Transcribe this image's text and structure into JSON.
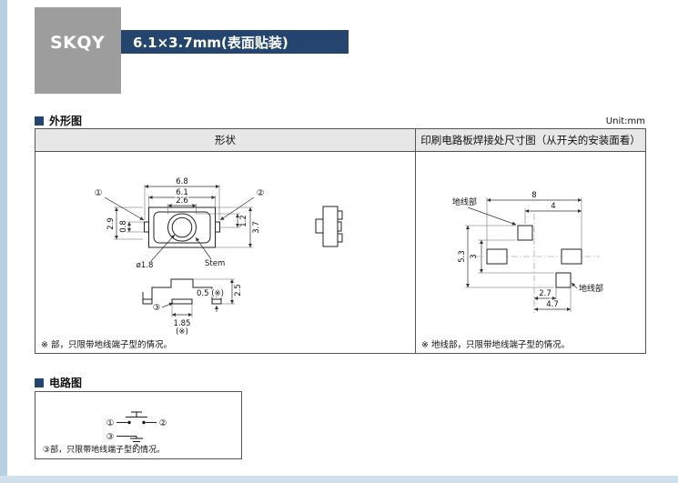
{
  "page": {
    "series": "SKQY",
    "title": "6.1×3.7mm(表面贴装)",
    "unit_label": "Unit:mm"
  },
  "colors": {
    "accent_navy": "#24456e",
    "photo_gray": "#9d9d9d",
    "edge_blue": "#b7cfe3",
    "table_header_gray": "#e7e7e7"
  },
  "outline": {
    "heading": "外形图",
    "col_shape": "形状",
    "col_pcb": "印刷电路板焊接处尺寸图（从开关的安装面看）",
    "footnote_shape": "※ 部，只限带地线端子型的情况。",
    "footnote_pcb": "※ 地线部，只限带地线端子型的情况。",
    "top_view": {
      "dim_6_8": "6.8",
      "dim_6_1": "6.1",
      "dim_2_6": "2.6",
      "dim_2_9": "2.9",
      "dim_0_8": "0.8",
      "dim_1_2": "1.2",
      "dim_3_7": "3.7",
      "stem_dia": "ø1.8",
      "stem_label": "Stem",
      "pin1": "①",
      "pin2": "②"
    },
    "front_view": {
      "dim_2_5": "2.5",
      "dim_0_5": "0.5 (※)",
      "dim_1_85": "1.85",
      "dim_1_85_note": "(※)",
      "pin3": "③"
    },
    "pcb_view": {
      "dim_8": "8",
      "dim_4": "4",
      "dim_5_3": "5.3",
      "dim_3": "3",
      "dim_2_7": "2.7",
      "dim_4_7": "4.7",
      "ground_top": "地线部",
      "ground_bottom": "地线部"
    }
  },
  "circuit": {
    "heading": "电路图",
    "pin1": "①",
    "pin2": "②",
    "pin3": "③",
    "footnote": "③部，只限带地线端子型的情况。"
  }
}
